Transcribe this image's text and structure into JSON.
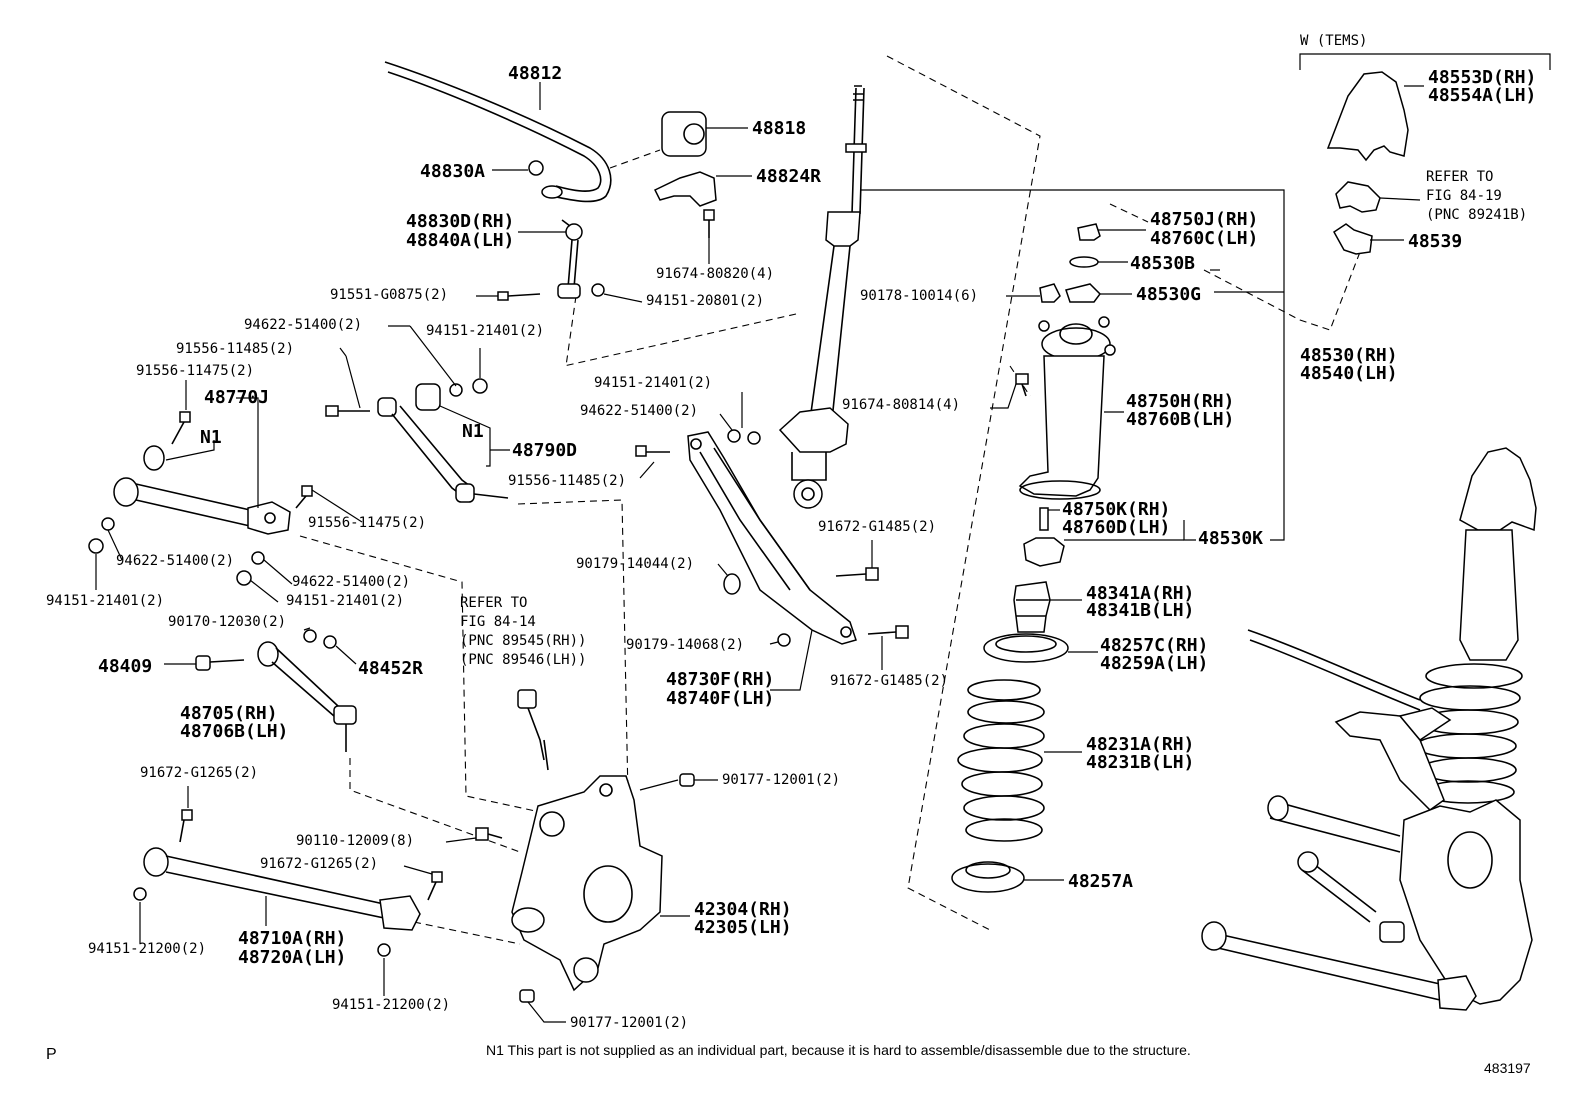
{
  "diagram": {
    "variant_label": "W (TEMS)",
    "corner_code": "P",
    "drawing_number": "483197",
    "note": "N1  This part is not supplied as an individual part, because it is hard to assemble/disassemble due to the structure."
  },
  "labels": {
    "p48812": "48812",
    "p48818": "48818",
    "p48830a": "48830A",
    "p48824r": "48824R",
    "p48830d": "48830D(RH)",
    "p48840a": "48840A(LH)",
    "p91674_80820": "91674-80820(4)",
    "p91551": "91551-G0875(2)",
    "p94151_20801": "94151-20801(2)",
    "p94622_a": "94622-51400(2)",
    "p94151_a": "94151-21401(2)",
    "p91556_11485_a": "91556-11485(2)",
    "p91556_11475_a": "91556-11475(2)",
    "p48770j": "48770J",
    "n1_a": "N1",
    "n1_b": "N1",
    "p48790d": "48790D",
    "p91556_11475_b": "91556-11475(2)",
    "p94622_b": "94622-51400(2)",
    "p94622_c": "94622-51400(2)",
    "p94151_b": "94151-21401(2)",
    "p94151_c": "94151-21401(2)",
    "p90170": "90170-12030(2)",
    "p48409": "48409",
    "p48452r": "48452R",
    "p48705": "48705(RH)",
    "p48706b": "48706B(LH)",
    "p91672_g1265_a": "91672-G1265(2)",
    "p90110": "90110-12009(8)",
    "p91672_g1265_b": "91672-G1265(2)",
    "p48710a": "48710A(RH)",
    "p48720a": "48720A(LH)",
    "p94151_21200_a": "94151-21200(2)",
    "p94151_21200_b": "94151-21200(2)",
    "p90177_a": "90177-12001(2)",
    "p90177_b": "90177-12001(2)",
    "p42304": "42304(RH)",
    "p42305": "42305(LH)",
    "refer1_a": "REFER TO",
    "refer1_b": "FIG 84-14",
    "refer1_c": "(PNC 89545(RH))",
    "refer1_d": "(PNC 89546(LH))",
    "p94151_d": "94151-21401(2)",
    "p94622_d": "94622-51400(2)",
    "p91556_11485_b": "91556-11485(2)",
    "p90179_14044": "90179-14044(2)",
    "p90179_14068": "90179-14068(2)",
    "p48730f": "48730F(RH)",
    "p48740f": "48740F(LH)",
    "p91672_g1485_a": "91672-G1485(2)",
    "p91672_g1485_b": "91672-G1485(2)",
    "p91674_80814": "91674-80814(4)",
    "p90178": "90178-10014(6)",
    "p48750j": "48750J(RH)",
    "p48760c": "48760C(LH)",
    "p48530b": "48530B",
    "p48530g": "48530G",
    "p48530rh": "48530(RH)",
    "p48540lh": "48540(LH)",
    "p48750h": "48750H(RH)",
    "p48760b": "48760B(LH)",
    "p48750k": "48750K(RH)",
    "p48760d": "48760D(LH)",
    "p48530k": "48530K",
    "p48341a": "48341A(RH)",
    "p48341b": "48341B(LH)",
    "p48257c": "48257C(RH)",
    "p48259a": "48259A(LH)",
    "p48231a": "48231A(RH)",
    "p48231b": "48231B(LH)",
    "p48257a": "48257A",
    "p48553d": "48553D(RH)",
    "p48554a": "48554A(LH)",
    "refer2_a": "REFER TO",
    "refer2_b": "FIG 84-19",
    "refer2_c": "(PNC 89241B)",
    "p48539": "48539"
  }
}
